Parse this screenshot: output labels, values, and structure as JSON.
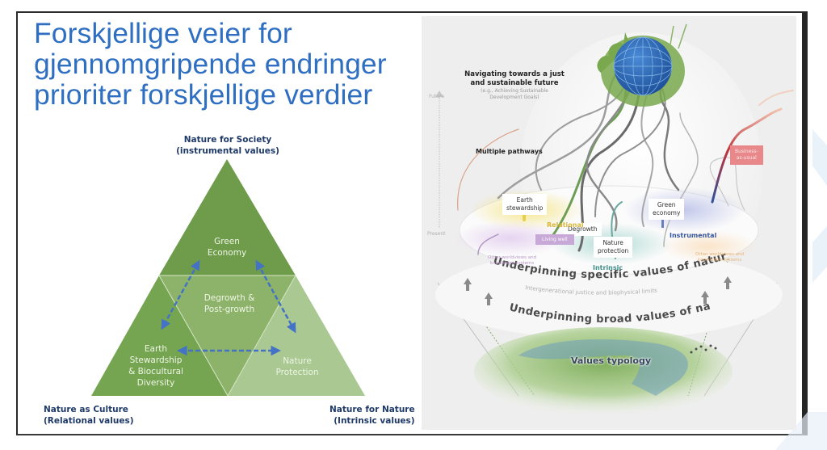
{
  "slide": {
    "title_lines": [
      "Forskjellige veier for",
      "gjennomgripende endringer",
      "prioriter forskjellige verdier"
    ],
    "accent_color": "#2f6fc2"
  },
  "triangle_diagram": {
    "corners": {
      "top": {
        "line1": "Nature for Society",
        "line2": "(instrumental values)"
      },
      "bottom_left": {
        "line1": "Nature as Culture",
        "line2": "(Relational values)"
      },
      "bottom_right": {
        "line1": "Nature for Nature",
        "line2": "(Intrinsic values)"
      }
    },
    "segments": {
      "top": {
        "line1": "Green",
        "line2": "Economy"
      },
      "center": {
        "line1": "Degrowth &",
        "line2": "Post-growth"
      },
      "left": {
        "line1": "Earth",
        "line2": "Stewardship",
        "line3": "& Biocultural",
        "line4": "Diversity"
      },
      "right": {
        "line1": "Nature",
        "line2": "Protection"
      }
    },
    "colors": {
      "top": "#6f9c4a",
      "left": "#76a552",
      "center": "#8db36a",
      "right": "#aac891",
      "arrows": "#4472c4",
      "label_text": "#1f3a68"
    }
  },
  "pathways_figure": {
    "goal": {
      "title_line1": "Navigating towards a just",
      "title_line2": "and sustainable future",
      "subtitle_line1": "(e.g., Achieving Sustainable",
      "subtitle_line2": "Development Goals)"
    },
    "time_axis": {
      "future": "Future",
      "present": "Present"
    },
    "multiple_pathways": "Multiple pathways",
    "pathway_labels": {
      "earth_stewardship": {
        "line1": "Earth",
        "line2": "stewardship"
      },
      "degrowth": "Degrowth",
      "nature_protection": {
        "line1": "Nature",
        "line2": "protection"
      },
      "green_economy": {
        "line1": "Green",
        "line2": "economy"
      },
      "business_as_usual": {
        "line1": "Business-",
        "line2": "as-usual"
      }
    },
    "value_labels": {
      "relational": "Relational",
      "living_well": "Living well",
      "intrinsic": "Intrinsic",
      "instrumental": "Instrumental",
      "other_worldviews_left": {
        "line1": "Other worldviews and",
        "line2": "knowledge systems"
      },
      "other_worldviews_right": {
        "line1": "Other worldviews and",
        "line2": "knowledge systems"
      }
    },
    "layers": {
      "specific": "Underpinning specific values of nature",
      "limits": "Intergenerational justice and biophysical limits",
      "broad": "Underpinning broad values of nature",
      "typology": "Values typology"
    },
    "colors": {
      "relational": "#d9b43a",
      "living_well": "#c7a8d6",
      "intrinsic": "#3f8f8a",
      "instrumental": "#3556a0",
      "business_as_usual": "#e8888a",
      "globe": "#2e6bbd"
    }
  }
}
